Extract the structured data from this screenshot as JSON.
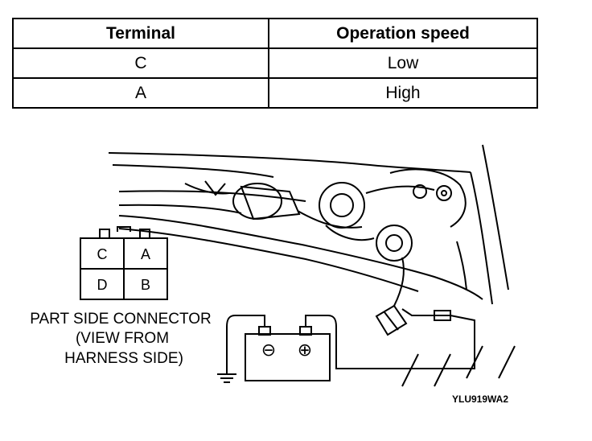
{
  "table": {
    "headers": [
      "Terminal",
      "Operation speed"
    ],
    "rows": [
      [
        "C",
        "Low"
      ],
      [
        "A",
        "High"
      ]
    ]
  },
  "connector": {
    "pins": [
      "C",
      "A",
      "D",
      "B"
    ],
    "caption": [
      "PART SIDE CONNECTOR",
      "(VIEW FROM",
      "HARNESS SIDE)"
    ]
  },
  "battery": {
    "negative_symbol": "⊖",
    "positive_symbol": "⊕"
  },
  "figure_code": "YLU919WA2"
}
